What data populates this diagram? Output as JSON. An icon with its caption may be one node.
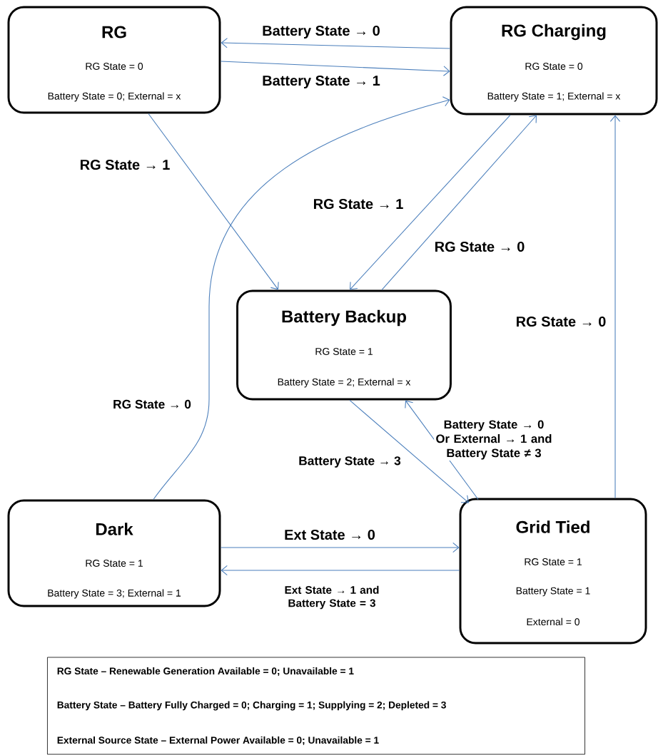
{
  "diagram": {
    "nodes": [
      {
        "text": [
          "RG",
          "RG State = 0",
          "Battery State = 0; External = x"
        ]
      },
      {
        "text": [
          "RG Charging",
          "RG State = 0",
          "Battery State = 1; External = x"
        ]
      },
      {
        "text": [
          "Battery Backup",
          "RG State = 1",
          "Battery State = 2; External = x"
        ]
      },
      {
        "text": [
          "Dark",
          "RG State = 1",
          "Battery State = 3; External = 1"
        ]
      },
      {
        "text": [
          "Grid Tied",
          "RG State = 1",
          "Battery State = 1",
          "External = 0"
        ]
      },
      {
        "text": [
          "RG State – Renewable Generation Available = 0; Unavailable = 1",
          "Battery State – Battery Fully Charged = 0; Charging = 1; Supplying = 2; Depleted = 3",
          "External Source State – External Power Available = 0; Unavailable = 1"
        ]
      }
    ],
    "edges": [
      {
        "from": 1,
        "to": 0,
        "arrow": "to",
        "label": "Battery State → 0"
      },
      {
        "from": 0,
        "to": 1,
        "arrow": "to",
        "label": "Battery State → 1"
      },
      {
        "from": 0,
        "to": 2,
        "arrow": "to",
        "label": "RG State → 1"
      },
      {
        "from": 1,
        "to": 2,
        "arrow": "to",
        "label": "RG State → 1"
      },
      {
        "from": 2,
        "to": 1,
        "arrow": "to",
        "label": "RG State → 0"
      },
      {
        "from": 3,
        "to": 1,
        "arrow": "to",
        "label": "RG State → 0"
      },
      {
        "from": 4,
        "to": 1,
        "arrow": "to",
        "label": "RG State → 0"
      },
      {
        "from": 2,
        "to": 4,
        "arrow": "to",
        "label": "Battery State → 3"
      },
      {
        "from": 4,
        "to": 2,
        "arrow": "to",
        "label": "Battery State → 0 Or External → 1 and Battery State ≠ 3"
      },
      {
        "from": 3,
        "to": 4,
        "arrow": "to",
        "label": "Ext State → 0"
      },
      {
        "from": 4,
        "to": 3,
        "arrow": "to",
        "label": "Ext State → 1 and Battery State = 3"
      }
    ]
  }
}
